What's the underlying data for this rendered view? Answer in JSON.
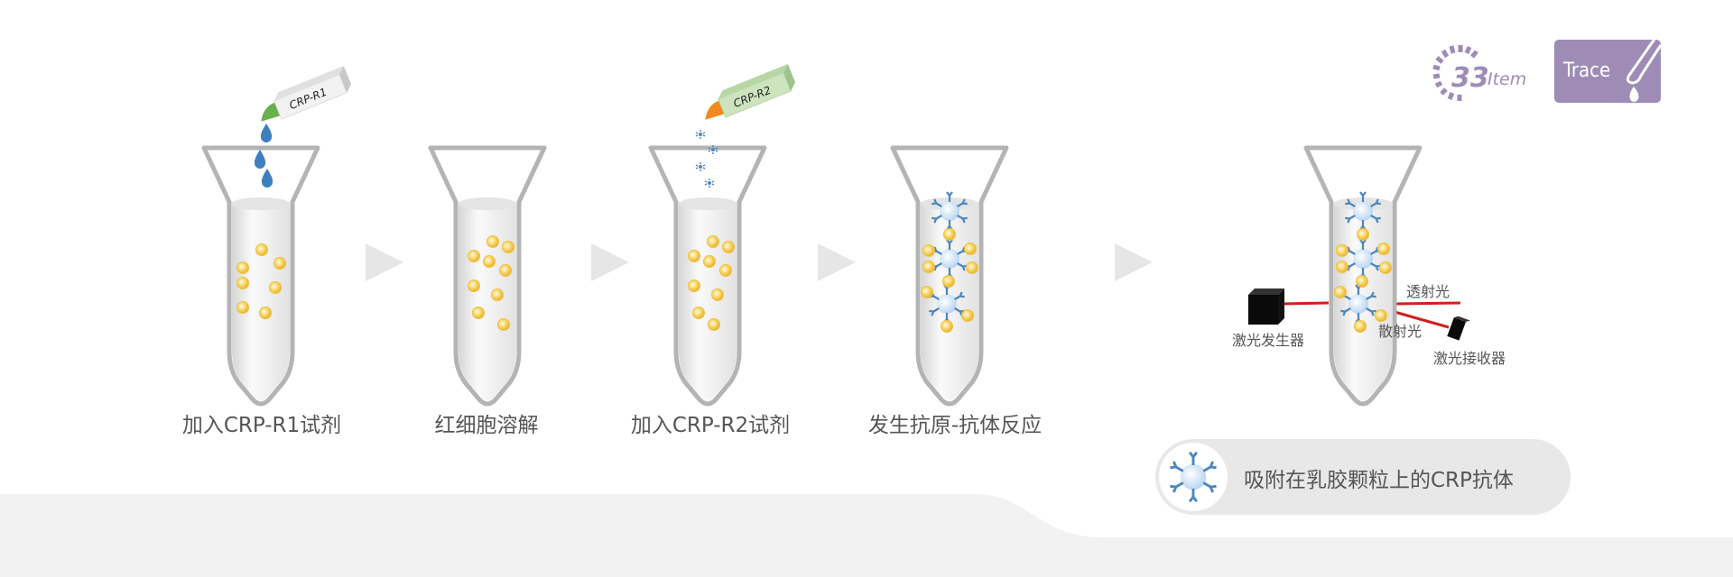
{
  "steps": [
    {
      "label": "加入CRP-R1试剂"
    },
    {
      "label": "红细胞溶解"
    },
    {
      "label": "加入CRP-R2试剂"
    },
    {
      "label": "发生抗原-抗体反应"
    }
  ],
  "reagents": {
    "r1": "CRP-R1",
    "r2": "CRP-R2"
  },
  "measurement": {
    "emitter": "激光发生器",
    "transmitted": "透射光",
    "scattered": "散射光",
    "receiver": "激光接收器"
  },
  "badges": {
    "item_count": "33",
    "item_label": "Item",
    "trace_label": "Trace"
  },
  "legend": {
    "text": "吸附在乳胶颗粒上的CRP抗体"
  },
  "colors": {
    "accent": "#9e8cb7",
    "bead": "#f5c542",
    "antibody": "#4a86c0",
    "laser": "#d01f1f",
    "background_band": "#f2f2f2"
  }
}
